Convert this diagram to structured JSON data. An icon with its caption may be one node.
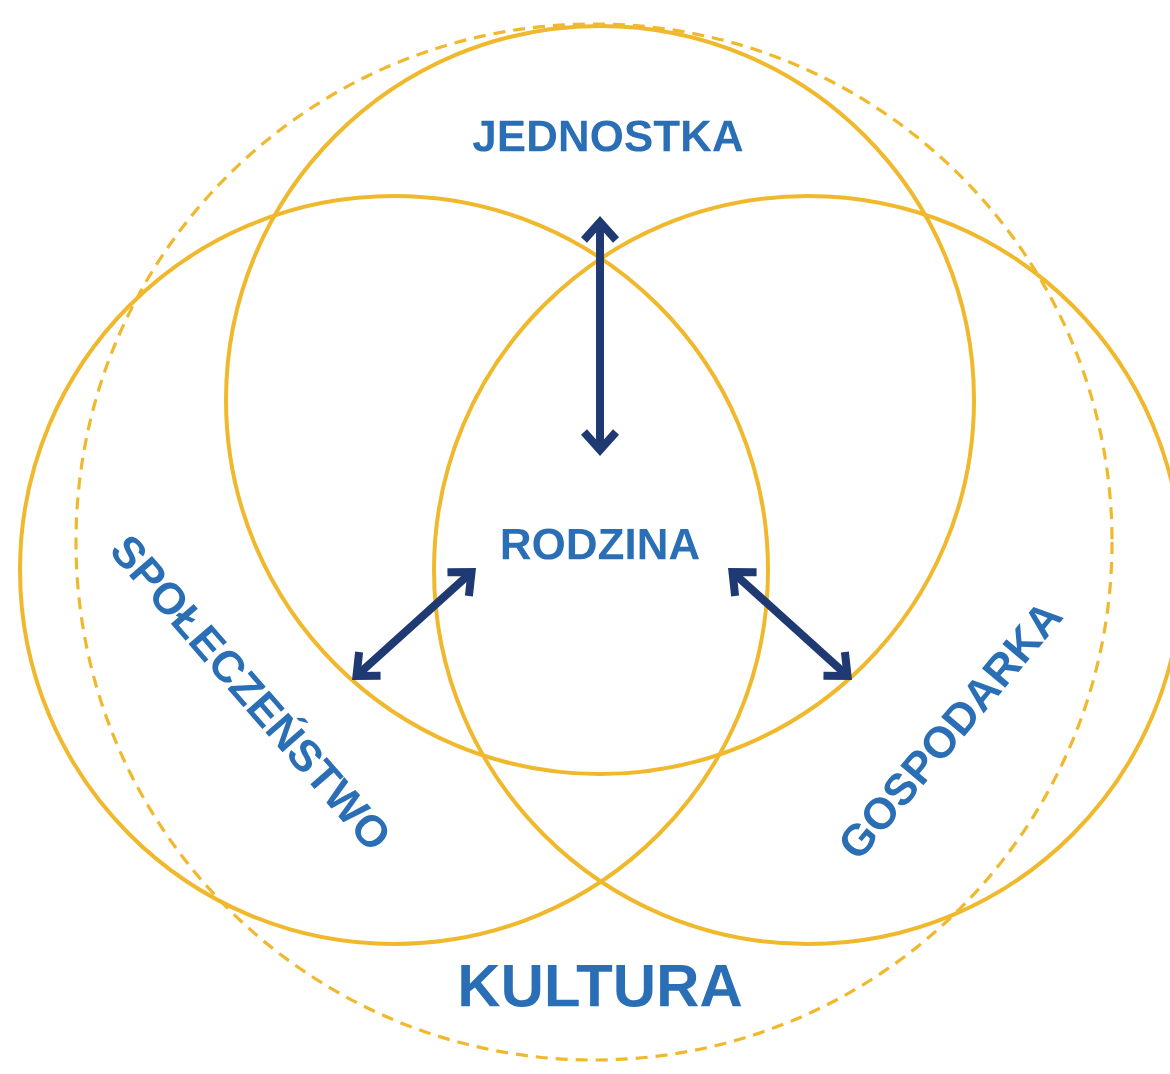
{
  "diagram": {
    "nodes": [
      {
        "text": [
          "JEDNOSTKA"
        ]
      },
      {
        "text": [
          "RODZINA"
        ]
      },
      {
        "text": [
          "SPOŁECZEŃSTWO"
        ]
      },
      {
        "text": [
          "GOSPODARKA"
        ]
      },
      {
        "text": [
          "KULTURA"
        ]
      }
    ],
    "edges": [
      {
        "from": 1,
        "to": 0,
        "arrow": "both"
      },
      {
        "from": 1,
        "to": 2,
        "arrow": "both"
      },
      {
        "from": 1,
        "to": 3,
        "arrow": "both"
      }
    ]
  }
}
